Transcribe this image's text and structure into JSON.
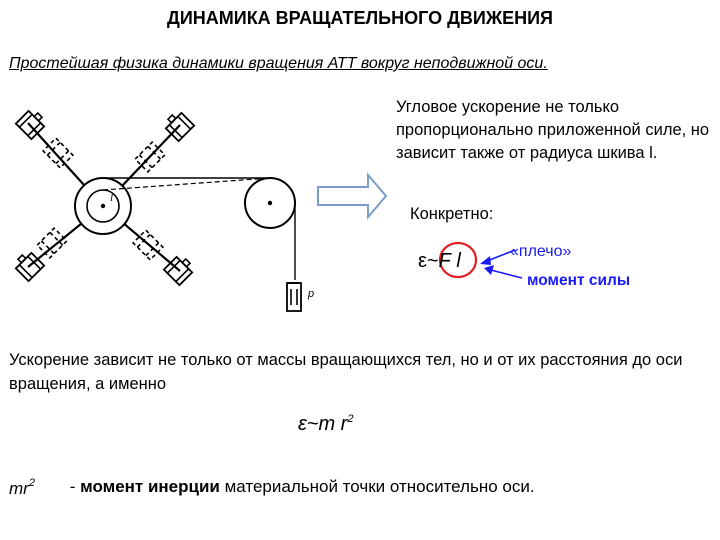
{
  "title": "ДИНАМИКА ВРАЩАТЕЛЬНОГО ДВИЖЕНИЯ",
  "subtitle": "Простейшая физика динамики вращения АТТ вокруг неподвижной оси.",
  "description": "Угловое ускорение не только пропорционально приложенной силе, но зависит также от радиуса шкива l.",
  "concretely": "Конкретно:",
  "formula1": {
    "epsilon": "ε",
    "sim": "~",
    "force": "F",
    "arm": "l"
  },
  "arm_label": "«плечо»",
  "moment_label": "момент силы",
  "diagram": {
    "axis_label": "l",
    "weight_label": "p"
  },
  "paragraph2": "Ускорение зависит не только от массы вращающихся тел, но и от их расстояния до оси вращения, а именно",
  "formula2": {
    "lhs": "ε~m r",
    "exp": "2"
  },
  "inertia": {
    "symbol": "mr",
    "symbol_exp": "2",
    "dash": " - ",
    "bold_term": "момент инерции",
    "rest": " материальной точки относительно оси."
  },
  "colors": {
    "accent_red": "#e02020",
    "accent_blue": "#1a1aff",
    "arrow_stroke": "#7a9cc6",
    "arrow_fill": "#ffffff"
  }
}
